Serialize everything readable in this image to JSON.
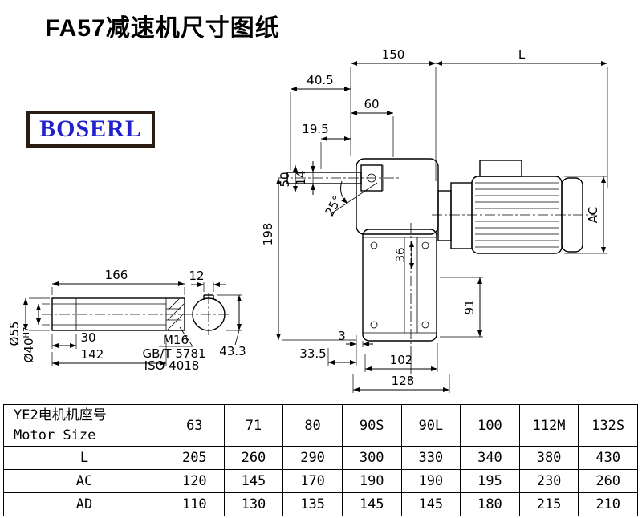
{
  "page": {
    "title": "FA57减速机尺寸图纸",
    "logo_text": "BOSERL"
  },
  "drawing": {
    "dims": {
      "d150": "150",
      "dL": "L",
      "d40_5": "40.5",
      "d60": "60",
      "d19_5": "19.5",
      "d14": "14",
      "d50": "50",
      "a25": "25°",
      "d198": "198",
      "ac": "AC",
      "d36": "36",
      "d91": "91",
      "d3": "3",
      "d33_5": "33.5",
      "d102": "102",
      "d128": "128",
      "d166": "166",
      "d12": "12",
      "d30": "30",
      "d142": "142",
      "m16": "M16",
      "gbt": "GB/T 5781",
      "iso": "ISO 4018",
      "dia55": "Ø55",
      "dia40": "Ø40",
      "dia40sup": "H7",
      "d43_3": "43.3"
    }
  },
  "table": {
    "header": {
      "line1": "YE2电机机座号",
      "line2": "Motor Size"
    },
    "motor_sizes": [
      "63",
      "71",
      "80",
      "90S",
      "90L",
      "100",
      "112M",
      "132S"
    ],
    "rows": [
      {
        "label": "L",
        "values": [
          "205",
          "260",
          "290",
          "300",
          "330",
          "340",
          "380",
          "430"
        ]
      },
      {
        "label": "AC",
        "values": [
          "120",
          "145",
          "170",
          "190",
          "190",
          "195",
          "230",
          "260"
        ]
      },
      {
        "label": "AD",
        "values": [
          "110",
          "130",
          "135",
          "145",
          "145",
          "180",
          "215",
          "210"
        ]
      }
    ]
  }
}
